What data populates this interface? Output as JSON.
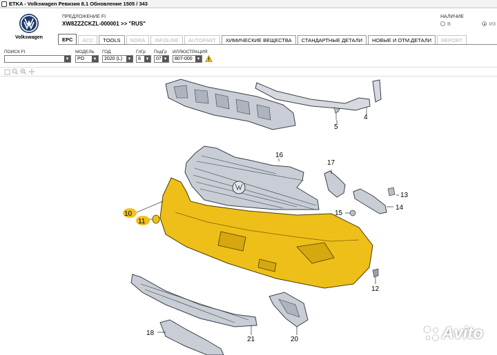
{
  "window": {
    "title": "ETKA - Volkswagen Ревизия 8.1 Обновление 1505 / 343"
  },
  "brand": {
    "name": "Volkswagen"
  },
  "offer": {
    "label": "ПРЕДЛОЖЕНИЕ FI",
    "value": "XW8ZZZCKZL-000001 >> \"RUS\""
  },
  "availability": {
    "label": "НАЛИЧИЕ",
    "options": [
      {
        "label": "В",
        "selected": false
      },
      {
        "label": "И3",
        "selected": true
      }
    ]
  },
  "tabs": [
    {
      "label": "EPC",
      "active": true,
      "enabled": true
    },
    {
      "label": "ACC",
      "active": false,
      "enabled": false
    },
    {
      "label": "TOOLS",
      "active": false,
      "enabled": true
    },
    {
      "label": "NORA",
      "active": false,
      "enabled": false
    },
    {
      "label": "INFOLINE",
      "active": false,
      "enabled": false
    },
    {
      "label": "AUTOPART",
      "active": false,
      "enabled": false
    },
    {
      "label": "ХИМИЧЕСКИЕ ВЕЩЕСТВА",
      "active": false,
      "enabled": true
    },
    {
      "label": "СТАНДАРТНЫЕ ДЕТАЛИ",
      "active": false,
      "enabled": true
    },
    {
      "label": "НОВЫЕ И ОТМ.ДЕТАЛИ",
      "active": false,
      "enabled": true
    },
    {
      "label": "REPORT",
      "active": false,
      "enabled": false
    }
  ],
  "filters": {
    "search": {
      "label": "ПОИСК FI",
      "value": ""
    },
    "model": {
      "label": "МОДЕЛЬ",
      "value": "PO"
    },
    "year": {
      "label": "ГОД",
      "value": "2020 (L)"
    },
    "main_group": {
      "label": "ГлГр",
      "value": "8"
    },
    "sub_group": {
      "label": "ПодГр",
      "value": "07"
    },
    "illustration": {
      "label": "ИЛЛЮСТРАЦИЯ",
      "value": "807-000"
    }
  },
  "toolbar": {
    "buttons": [
      "zoom-fit",
      "zoom-out",
      "zoom-in",
      "pan"
    ]
  },
  "diagram": {
    "callouts": [
      {
        "label": "4"
      },
      {
        "label": "5"
      },
      {
        "label": "10"
      },
      {
        "label": "11"
      },
      {
        "label": "12"
      },
      {
        "label": "13"
      },
      {
        "label": "14"
      },
      {
        "label": "15"
      },
      {
        "label": "16"
      },
      {
        "label": "17"
      },
      {
        "label": "18"
      },
      {
        "label": "20"
      },
      {
        "label": "21"
      }
    ]
  },
  "watermark": {
    "text": "Avito"
  },
  "colors": {
    "highlight": "#eebf18",
    "part_grey": "#c9ced6",
    "callout_highlight": "#f0c020"
  }
}
